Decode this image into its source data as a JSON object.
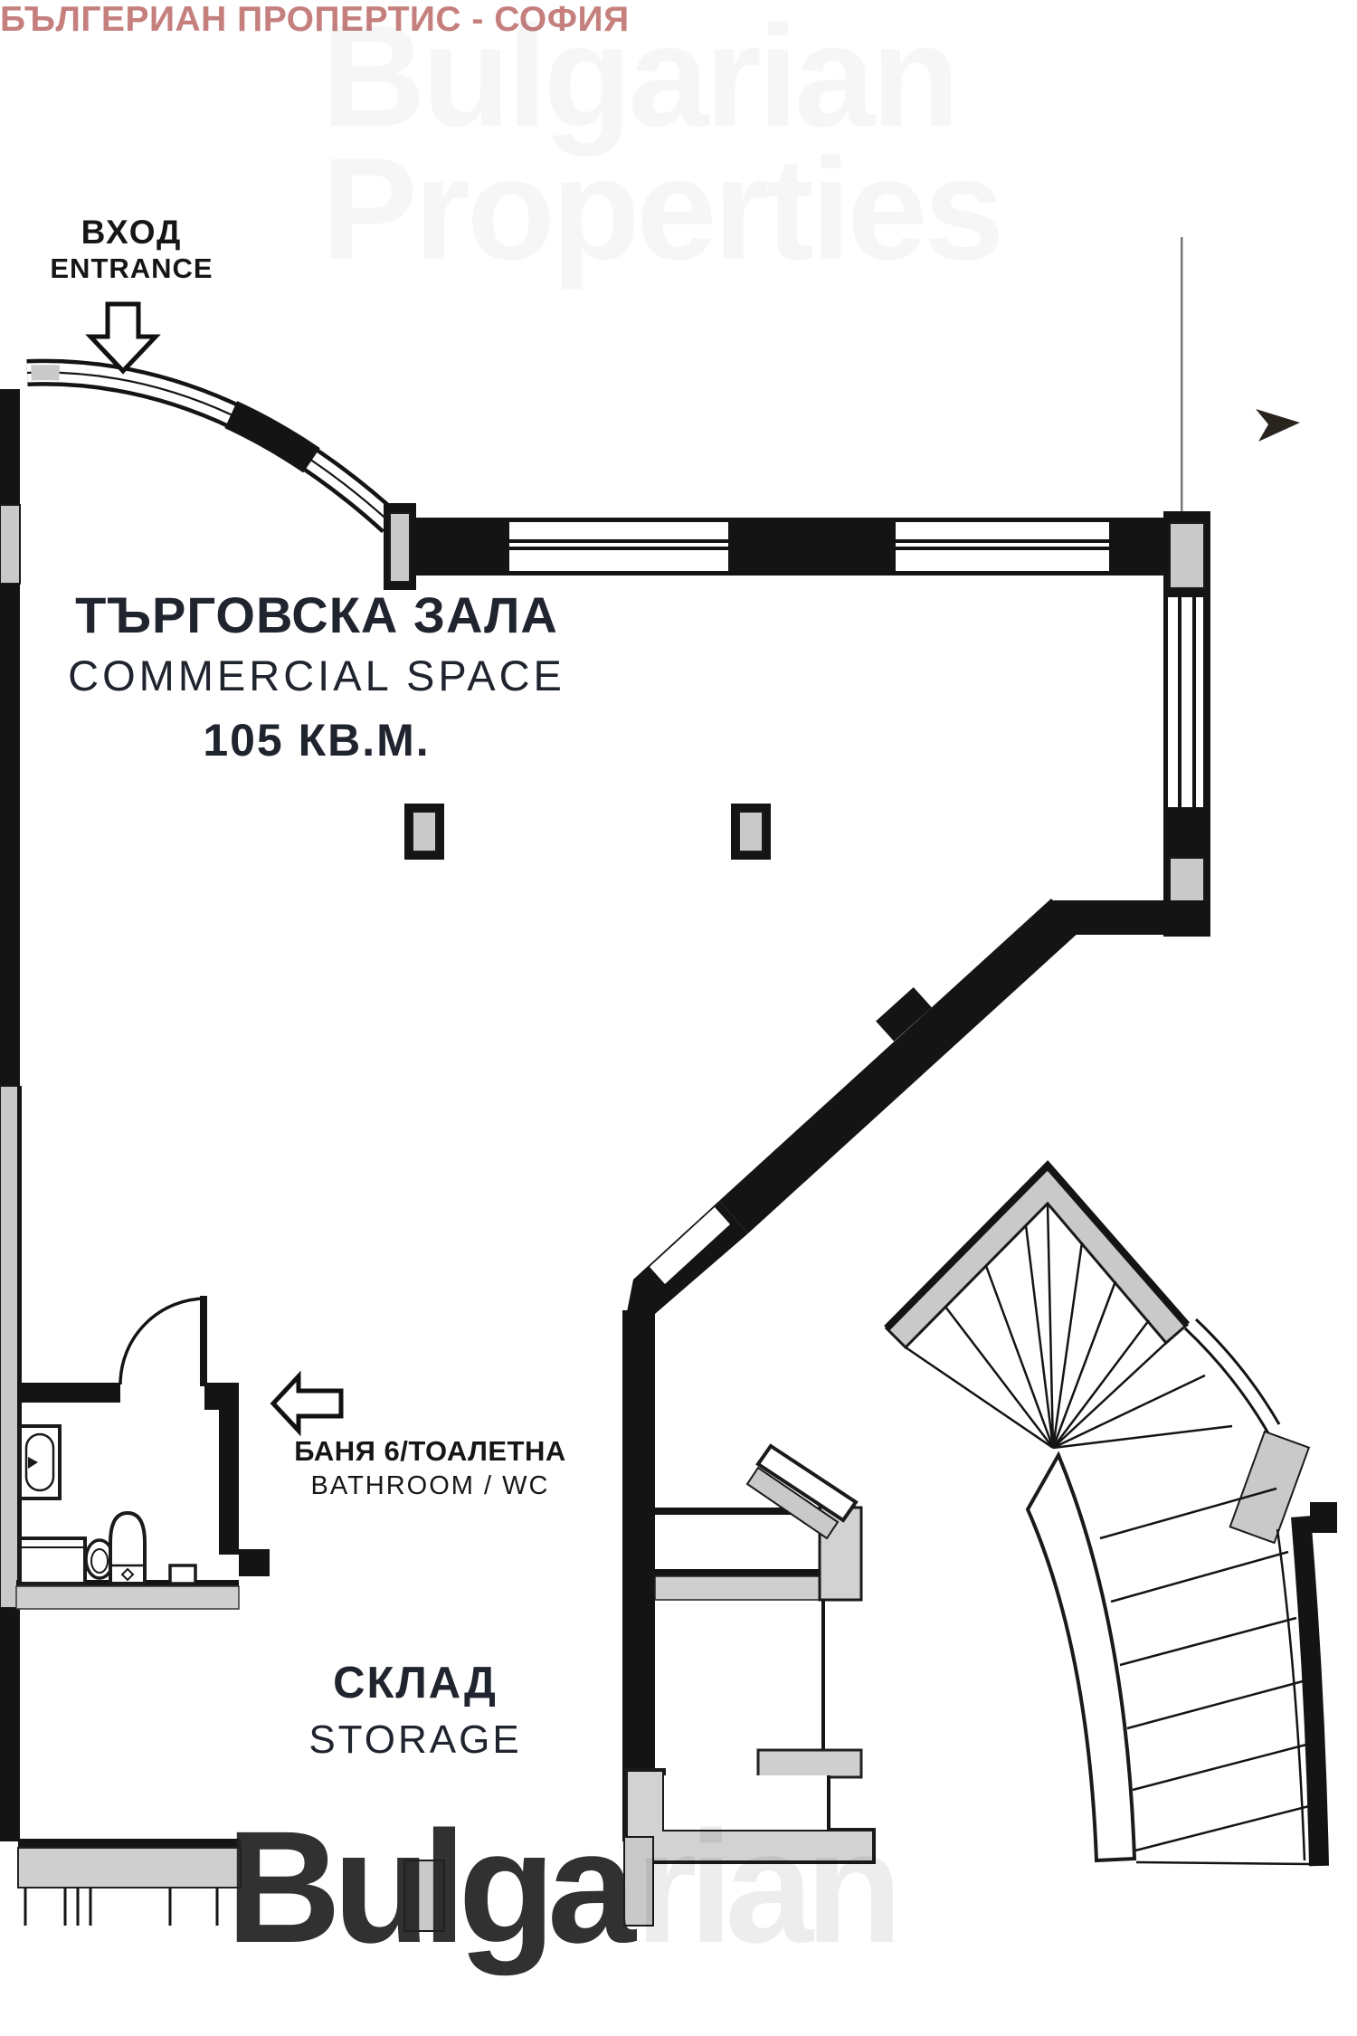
{
  "plan": {
    "entrance": {
      "label_bg": "ВХОД",
      "label_en": "ENTRANCE"
    },
    "commercial_space": {
      "label_bg": "ТЪРГОВСКА ЗАЛА",
      "label_en": "COMMERCIAL SPACE",
      "area": "105 КВ.М."
    },
    "bathroom": {
      "label_bg": "БАНЯ 6/ТОАЛЕТНА",
      "label_en": "BATHROOM / WC"
    },
    "storage": {
      "label_bg": "СКЛАД",
      "label_en": "STORAGE"
    }
  },
  "footer": {
    "agency": "БЪЛГЕРИАН ПРОПЕРТИС - СОФИЯ"
  },
  "watermark": {
    "top": "Bulgarian\nProperties",
    "bottom_dark": "Bulga",
    "bottom_ghost": "rian"
  },
  "icons": {
    "entrance_arrow": "down-arrow",
    "bathroom_arrow": "left-arrow",
    "north_arrow": "right-arrowhead"
  },
  "colors": {
    "wall_color": "#141414",
    "pillar_color": "#c9c9c9",
    "pillar_light": "#d2d2d2",
    "title_text": "#20242e",
    "footer_text": "#c5807e"
  }
}
